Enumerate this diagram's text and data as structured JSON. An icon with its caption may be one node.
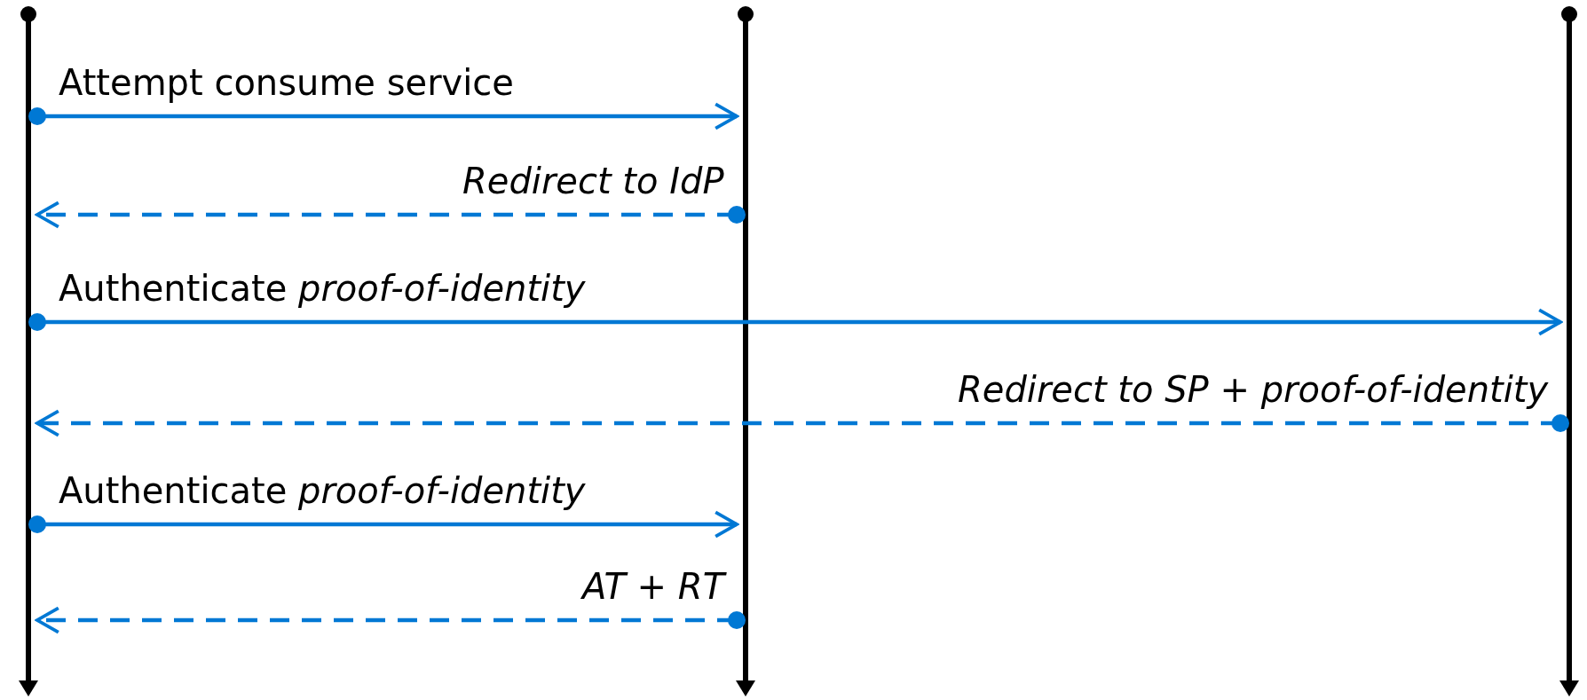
{
  "diagram": {
    "nodes": [
      {
        "text": [],
        "shape": "bar"
      },
      {
        "text": [],
        "shape": "bar"
      },
      {
        "text": [],
        "shape": "bar"
      }
    ],
    "edges": [
      {
        "from": 0,
        "to": 1,
        "arrow": "to",
        "label": "Attempt consume service"
      },
      {
        "from": 1,
        "to": 0,
        "arrow": "to",
        "label": "Redirect to IdP",
        "style": "dashed"
      },
      {
        "from": 0,
        "to": 2,
        "arrow": "to",
        "label": "Authenticate *proof-of-identity*"
      },
      {
        "from": 2,
        "to": 0,
        "arrow": "to",
        "label": "Redirect to SP + proof-of-identity",
        "style": "dashed"
      },
      {
        "from": 0,
        "to": 1,
        "arrow": "to",
        "label": "Authenticate *proof-of-identity*"
      },
      {
        "from": 1,
        "to": 0,
        "arrow": "to",
        "label": "AT + RT",
        "style": "dashed"
      }
    ]
  }
}
